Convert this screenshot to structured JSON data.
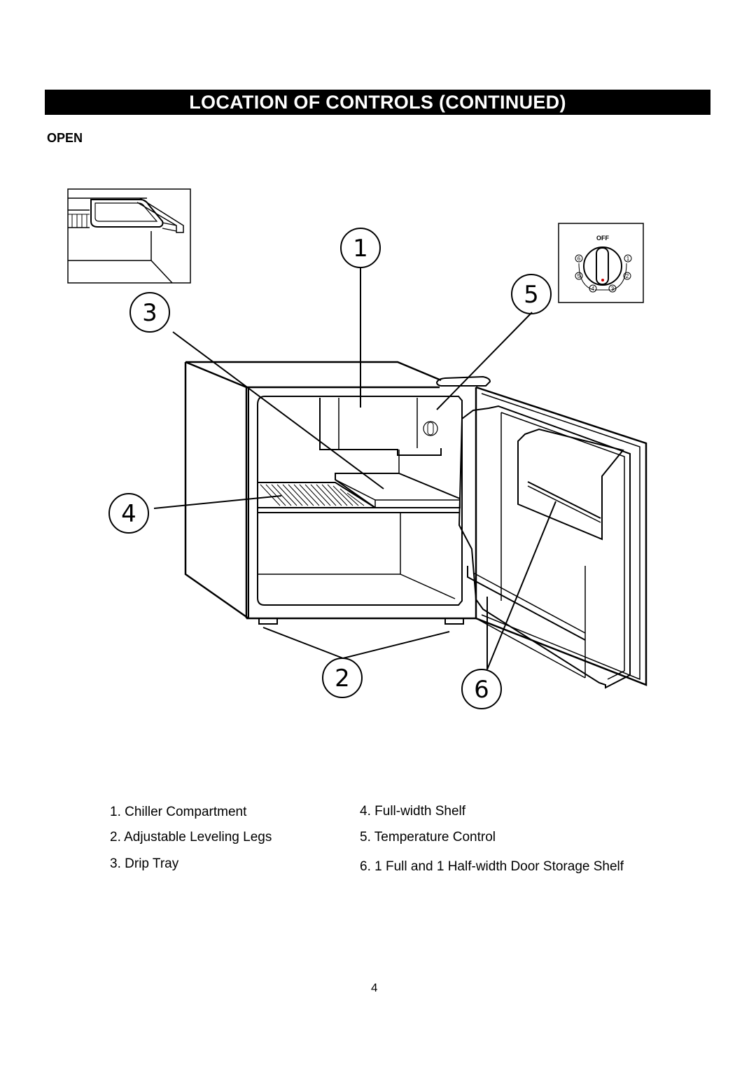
{
  "header": {
    "title": "LOCATION OF CONTROLS (CONTINUED)"
  },
  "section": {
    "label": "OPEN"
  },
  "callouts": [
    "1",
    "2",
    "3",
    "4",
    "5",
    "6"
  ],
  "knob": {
    "off_label": "OFF",
    "settings": [
      "1",
      "2",
      "3",
      "4",
      "5",
      "6"
    ]
  },
  "legend": [
    {
      "number": "1.",
      "label": "Chiller Compartment"
    },
    {
      "number": "2.",
      "label": "Adjustable Leveling Legs"
    },
    {
      "number": "3.",
      "label": "Drip Tray"
    },
    {
      "number": "4.",
      "label": "Full-width Shelf"
    },
    {
      "number": "5.",
      "label": "Temperature Control"
    },
    {
      "number": "6.",
      "label": "1 Full and 1 Half-width Door Storage Shelf"
    }
  ],
  "footer": {
    "page_number": "4"
  },
  "colors": {
    "ink": "#000000",
    "paper": "#ffffff",
    "knob_dot": "#cc0000"
  }
}
